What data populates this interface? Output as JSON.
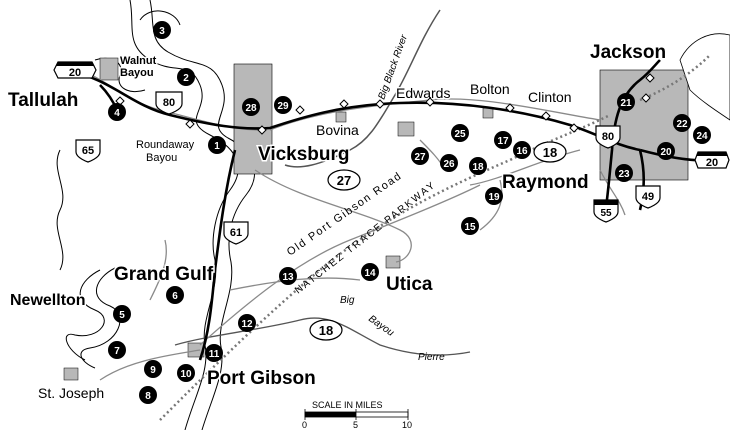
{
  "cities": {
    "vicksburg": "Vicksburg",
    "jackson": "Jackson",
    "tallulah": "Tallulah",
    "port_gibson": "Port Gibson",
    "grand_gulf": "Grand Gulf",
    "raymond": "Raymond",
    "utica": "Utica",
    "newellton": "Newellton",
    "st_joseph": "St. Joseph",
    "edwards": "Edwards",
    "bolton": "Bolton",
    "clinton": "Clinton",
    "bovina": "Bovina"
  },
  "water": {
    "walnut_bayou": "Walnut Bayou",
    "roundaway_bayou": "Roundaway Bayou",
    "big_black_river": "Big Black River",
    "big_bayou_pierre": "Big Bayou Pierre"
  },
  "roads": {
    "natchez_trace": "NATCHEZ TRACE PARKWAY",
    "old_port_gibson": "Old Port Gibson Road"
  },
  "routes": [
    "20",
    "80",
    "65",
    "61",
    "27",
    "18",
    "55",
    "49",
    "20",
    "80",
    "18"
  ],
  "markers": [
    "1",
    "2",
    "3",
    "4",
    "5",
    "6",
    "7",
    "8",
    "9",
    "10",
    "11",
    "12",
    "13",
    "14",
    "15",
    "16",
    "17",
    "18",
    "19",
    "20",
    "21",
    "22",
    "23",
    "24",
    "25",
    "26",
    "27",
    "28",
    "29"
  ],
  "scale": {
    "title": "SCALE IN MILES",
    "ticks": [
      "0",
      "5",
      "10"
    ]
  },
  "colors": {
    "ink": "#000000",
    "road_gray": "#8a8a8a",
    "urban_gray": "#b8b8b8",
    "river_gray": "#cfcfcf"
  }
}
